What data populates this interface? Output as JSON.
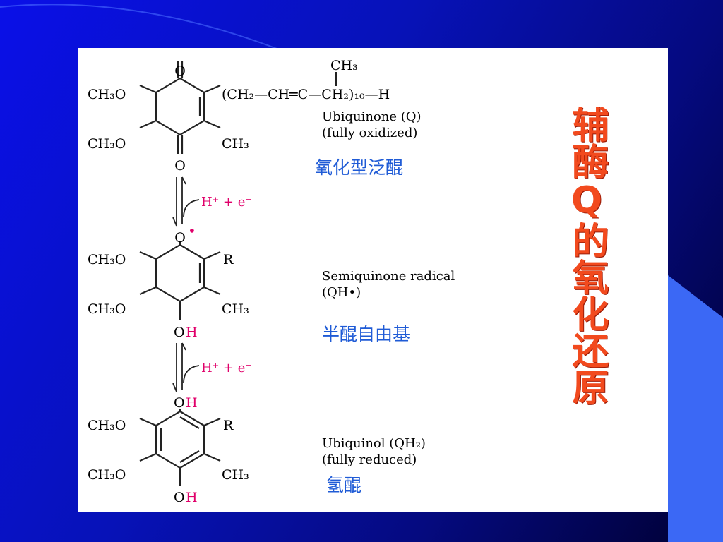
{
  "colors": {
    "background_blue": "#0a10e8",
    "panel_white": "#ffffff",
    "chinese_label_blue": "#1f5bd6",
    "title_orange_red": "#f24a1e",
    "proton_magenta": "#e0006a"
  },
  "title": "辅酶Q的氧化还原",
  "structures": {
    "ubiquinone": {
      "top_o": "O",
      "bottom_o": "O",
      "ch3o_upper": "CH₃O",
      "ch3o_lower": "CH₃O",
      "ch3_right": "CH₃",
      "chain_ch3": "CH₃",
      "chain": "(CH₂—CH═C—CH₂)₁₀—H",
      "name_line1": "Ubiquinone (Q)",
      "name_line2": "(fully oxidized)",
      "chinese_name": "氧化型泛醌"
    },
    "step1": {
      "reagent": "H⁺ + e⁻"
    },
    "semiquinone": {
      "top_o": "O",
      "radical_dot": "•",
      "ch3o_upper": "CH₃O",
      "ch3o_lower": "CH₃O",
      "r_right": "R",
      "ch3_right": "CH₃",
      "bottom_o": "O",
      "bottom_h": "H",
      "name_line1": "Semiquinone radical",
      "name_line2": "(QH•)",
      "chinese_name": "半醌自由基"
    },
    "step2": {
      "reagent": "H⁺ + e⁻"
    },
    "ubiquinol": {
      "top_o": "O",
      "top_h": "H",
      "ch3o_upper": "CH₃O",
      "ch3o_lower": "CH₃O",
      "r_right": "R",
      "ch3_right": "CH₃",
      "bottom_o": "O",
      "bottom_h": "H",
      "name_line1": "Ubiquinol (QH₂)",
      "name_line2": "(fully reduced)",
      "chinese_name": "氢醌"
    }
  }
}
